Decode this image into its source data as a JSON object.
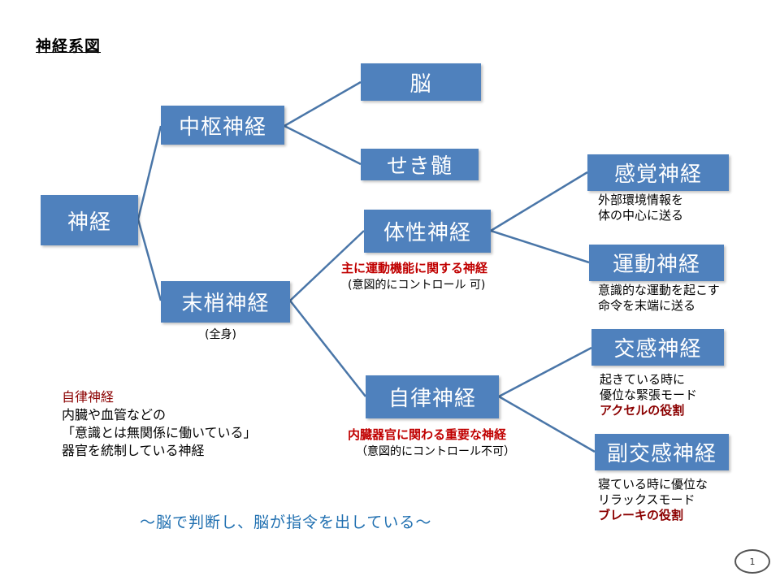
{
  "slide": {
    "title": "神経系図",
    "page_number": "1"
  },
  "nodes": {
    "root": "神経",
    "central": "中枢神経",
    "brain": "脳",
    "spinal": "せき髄",
    "peripheral": "末梢神経",
    "somatic": "体性神経",
    "autonomic": "自律神経",
    "sensory": "感覚神経",
    "motor": "運動神経",
    "sympathetic": "交感神経",
    "parasympathetic": "副交感神経"
  },
  "notes": {
    "peripheral_sub": "(全身)",
    "somatic_main": "主に運動機能に関する神経",
    "somatic_sub": "(意図的にコントロール 可)",
    "autonomic_main": "内臓器官に関わる重要な神経",
    "autonomic_sub": "（意図的にコントロール不可）",
    "sensory_line1": "外部環境情報を",
    "sensory_line2": "体の中心に送る",
    "motor_line1": "意識的な運動を起こす",
    "motor_line2": "命令を末端に送る",
    "sympathetic_line1": "起きている時に",
    "sympathetic_line2": "優位な緊張モード",
    "sympathetic_role": "アクセルの役割",
    "parasympathetic_line1": "寝ている時に優位な",
    "parasympathetic_line2": "リラックスモード",
    "parasympathetic_role": "ブレーキの役割"
  },
  "legend": {
    "heading": "自律神経",
    "line1": "内臓や血管などの",
    "line2": "「意識とは無関係に働いている」",
    "line3": "器官を統制している神経"
  },
  "slogan": "～脳で判断し、脳が指令を出している～",
  "colors": {
    "box": "#4f81bd",
    "connector": "#4a76a8",
    "red_text": "#c00000",
    "slogan": "#1f6fb0"
  }
}
